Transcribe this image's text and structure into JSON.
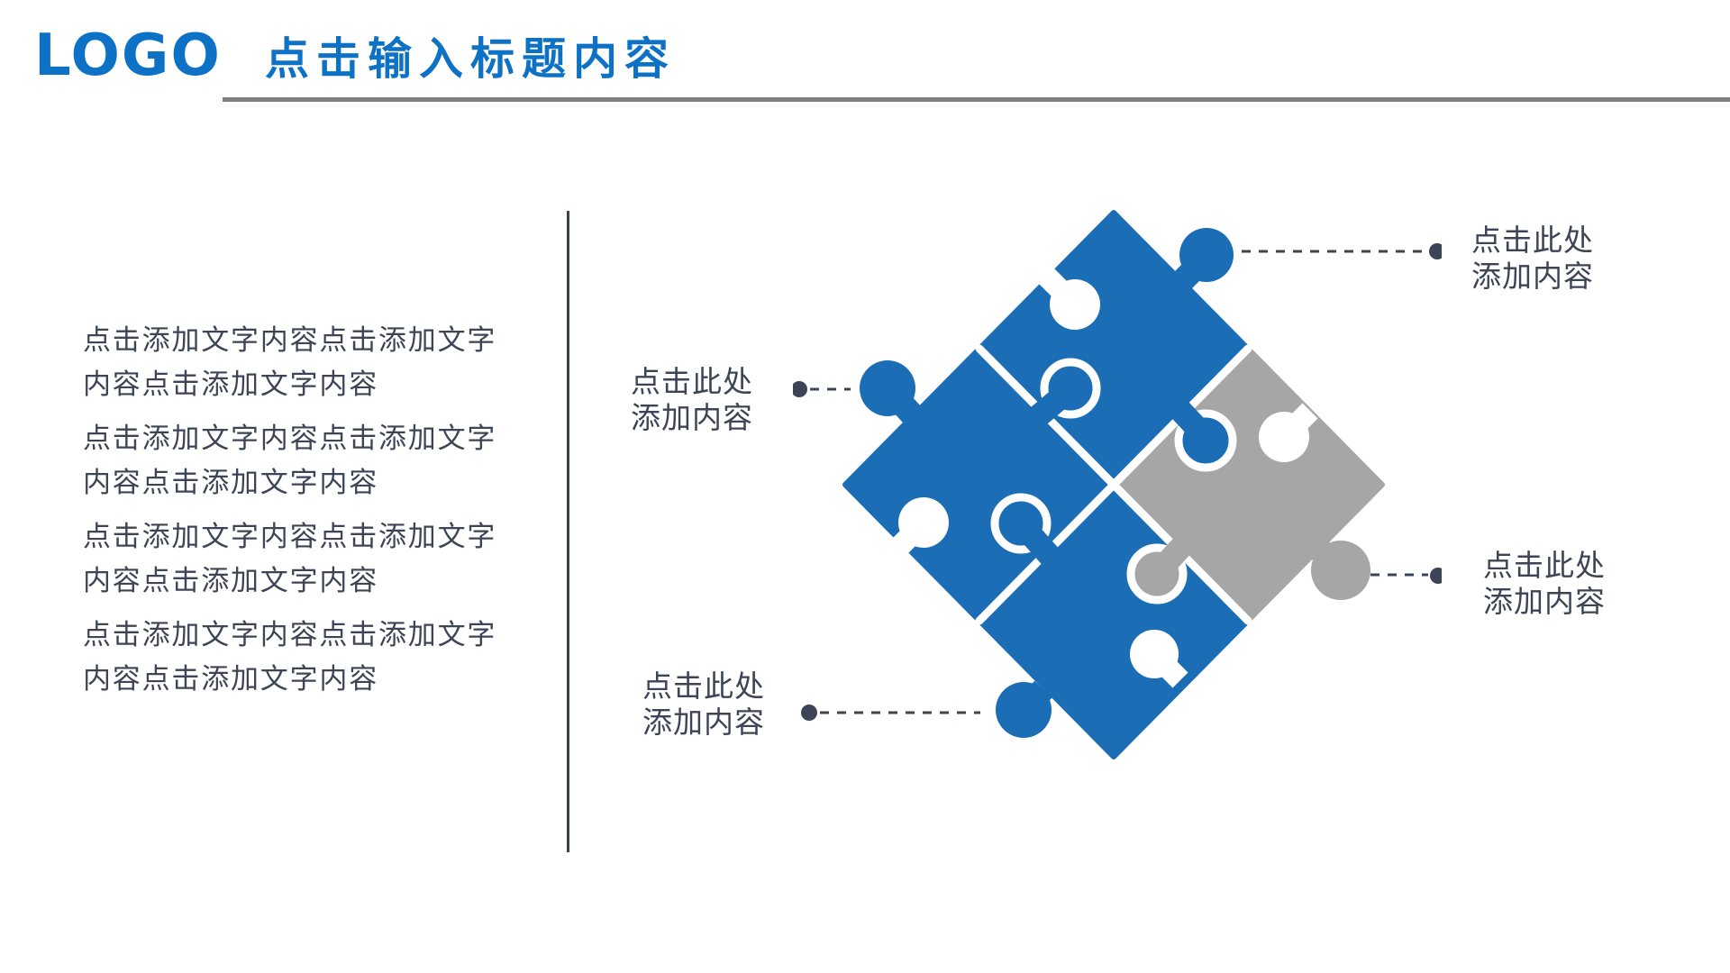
{
  "header": {
    "logo": "LOGO",
    "title": "点击输入标题内容"
  },
  "left_panel": {
    "paragraphs": [
      "点击添加文字内容点击添加文字内容点击添加文字内容",
      "点击添加文字内容点击添加文字内容点击添加文字内容",
      "点击添加文字内容点击添加文字内容点击添加文字内容",
      "点击添加文字内容点击添加文字内容点击添加文字内容"
    ]
  },
  "puzzle": {
    "pieces": [
      {
        "id": "top",
        "color": "#1b6db6"
      },
      {
        "id": "right",
        "color": "#a6a6a6"
      },
      {
        "id": "bottom",
        "color": "#1b6db6"
      },
      {
        "id": "left",
        "color": "#1b6db6"
      }
    ],
    "callouts": [
      {
        "position": "top-right",
        "line1": "点击此处",
        "line2": "添加内容"
      },
      {
        "position": "right",
        "line1": "点击此处",
        "line2": "添加内容"
      },
      {
        "position": "left",
        "line1": "点击此处",
        "line2": "添加内容"
      },
      {
        "position": "bottom",
        "line1": "点击此处",
        "line2": "添加内容"
      }
    ]
  },
  "colors": {
    "accent": "#0d72c5",
    "ink": "#3d4456",
    "blue": "#1b6db6",
    "gray": "#a6a6a6",
    "rule": "#7f7f7f"
  }
}
